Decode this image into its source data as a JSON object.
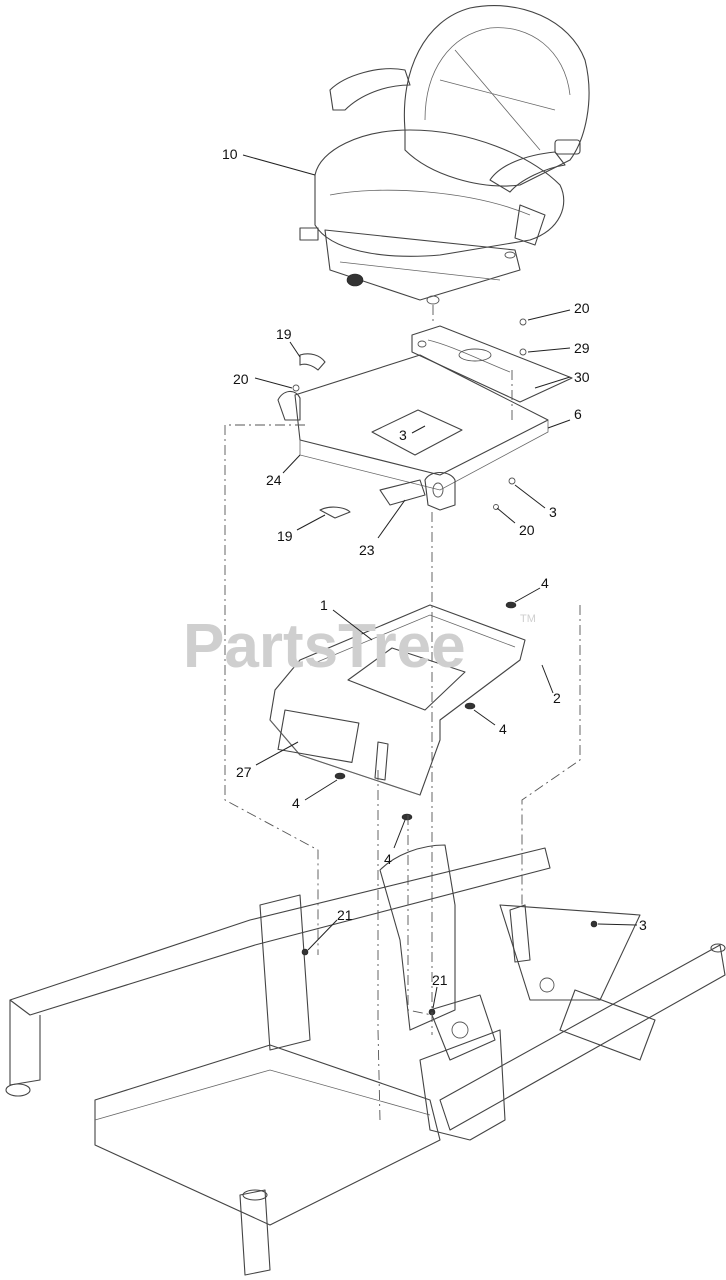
{
  "watermark": {
    "text": "PartsTree",
    "mark": "TM"
  },
  "callouts": [
    "10",
    "19",
    "20",
    "20",
    "29",
    "30",
    "3",
    "6",
    "24",
    "3",
    "19",
    "23",
    "20",
    "4",
    "1",
    "2",
    "4",
    "27",
    "4",
    "4",
    "21",
    "3",
    "21"
  ],
  "colors": {
    "line": "#444444",
    "label": "#111111",
    "watermark": "#cfcfcf",
    "background": "#ffffff"
  }
}
